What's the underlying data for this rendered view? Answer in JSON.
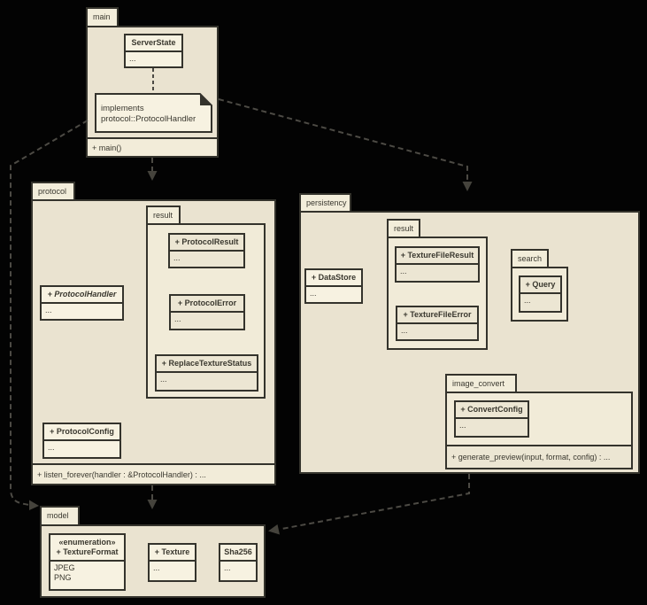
{
  "diagram_type": "uml-package-diagram",
  "colors": {
    "background": "#030303",
    "package_fill": "#eae3d0",
    "nested_package_fill": "#f1ebd8",
    "class_fill": "#f7f2e1",
    "tab_fill": "#f2edda",
    "border": "#34332c",
    "text": "#3a382f",
    "arrow": "#4c4a44"
  },
  "main": {
    "tab": "main",
    "footer": "+ main()",
    "server_state": {
      "title": "ServerState",
      "body": "..."
    },
    "note": {
      "line1": "implements",
      "line2": "protocol::ProtocolHandler"
    }
  },
  "protocol": {
    "tab": "protocol",
    "footer": "+ listen_forever(handler : &ProtocolHandler) : ...",
    "result": {
      "tab": "result",
      "protocol_result": {
        "title": "+ ProtocolResult",
        "body": "..."
      },
      "protocol_error": {
        "title": "+ ProtocolError",
        "body": "..."
      },
      "replace_texture_status": {
        "title": "+ ReplaceTextureStatus",
        "body": "..."
      }
    },
    "protocol_handler": {
      "title": "+ ProtocolHandler",
      "body": "..."
    },
    "protocol_config": {
      "title": "+ ProtocolConfig",
      "body": "..."
    }
  },
  "persistency": {
    "tab": "persistency",
    "data_store": {
      "title": "+ DataStore",
      "body": "..."
    },
    "result": {
      "tab": "result",
      "texture_file_result": {
        "title": "+ TextureFileResult",
        "body": "..."
      },
      "texture_file_error": {
        "title": "+ TextureFileError",
        "body": "..."
      }
    },
    "search": {
      "tab": "search",
      "query": {
        "title": "+ Query",
        "body": "..."
      }
    },
    "image_convert": {
      "tab": "image_convert",
      "footer": "+ generate_preview(input, format, config) : ...",
      "convert_config": {
        "title": "+ ConvertConfig",
        "body": "..."
      }
    }
  },
  "model": {
    "tab": "model",
    "texture_format": {
      "stereotype": "«enumeration»",
      "title": "+ TextureFormat",
      "body_line1": "JPEG",
      "body_line2": "PNG"
    },
    "texture": {
      "title": "+ Texture",
      "body": "..."
    },
    "sha256": {
      "title": "Sha256",
      "body": "..."
    }
  },
  "connectors": [
    {
      "from": "main",
      "to": "protocol",
      "style": "dashed-arrow"
    },
    {
      "from": "main",
      "to": "persistency",
      "style": "dashed-arrow"
    },
    {
      "from": "main",
      "to": "model",
      "style": "dashed-arrow"
    },
    {
      "from": "protocol",
      "to": "model",
      "style": "dashed-arrow"
    },
    {
      "from": "persistency",
      "to": "model",
      "style": "dashed-arrow"
    },
    {
      "from": "ServerState",
      "to": "implements-note",
      "style": "dashed-line"
    }
  ]
}
